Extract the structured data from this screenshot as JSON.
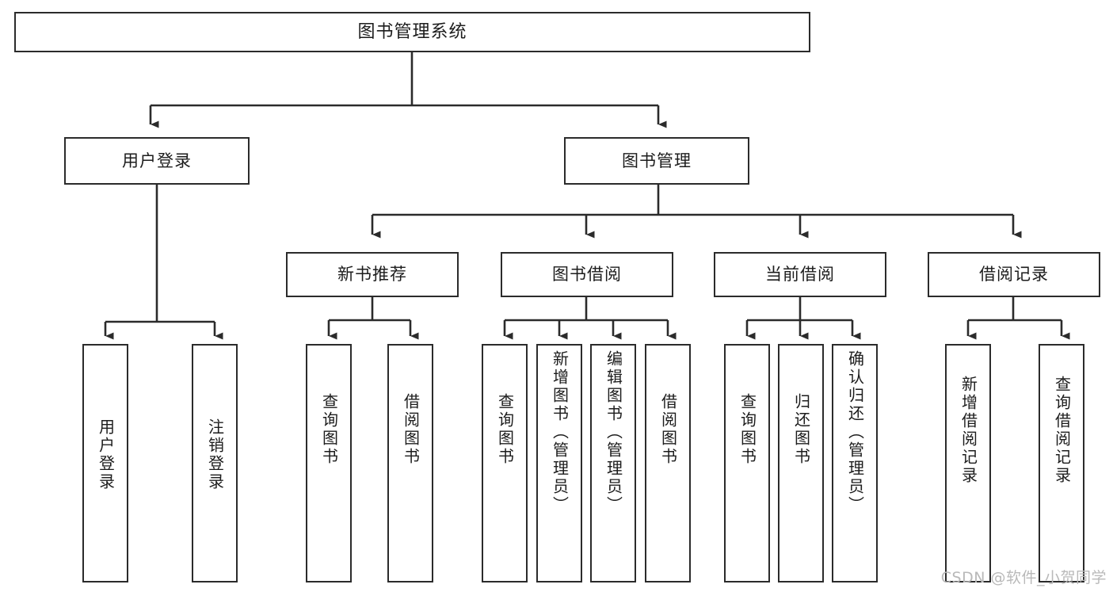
{
  "diagram": {
    "type": "tree-hierarchy",
    "title": "图书管理系统",
    "watermark": "CSDN @软件_小贺同学",
    "colors": {
      "box_border": "#2b2b2b",
      "box_fill": "#ffffff",
      "connector": "#2b2b2b",
      "text": "#1c1c1c",
      "watermark": "#b9b9b9",
      "background": "#ffffff"
    },
    "levels": {
      "root": {
        "label": "图书管理系统"
      },
      "level2": [
        {
          "label": "用户登录"
        },
        {
          "label": "图书管理"
        }
      ],
      "level3": [
        {
          "label": "新书推荐"
        },
        {
          "label": "图书借阅"
        },
        {
          "label": "当前借阅"
        },
        {
          "label": "借阅记录"
        }
      ],
      "leaves": {
        "user_login": [
          {
            "label": "用户登录"
          },
          {
            "label": "注销登录"
          }
        ],
        "new_book_recommend": [
          {
            "label": "查询图书"
          },
          {
            "label": "借阅图书"
          }
        ],
        "book_borrow": [
          {
            "label": "查询图书"
          },
          {
            "label": "新增图书（管理员）"
          },
          {
            "label": "编辑图书（管理员）"
          },
          {
            "label": "借阅图书"
          }
        ],
        "current_borrow": [
          {
            "label": "查询图书"
          },
          {
            "label": "归还图书"
          },
          {
            "label": "确认归还（管理员）"
          }
        ],
        "borrow_record": [
          {
            "label": "新增借阅记录"
          },
          {
            "label": "查询借阅记录"
          }
        ]
      }
    }
  }
}
